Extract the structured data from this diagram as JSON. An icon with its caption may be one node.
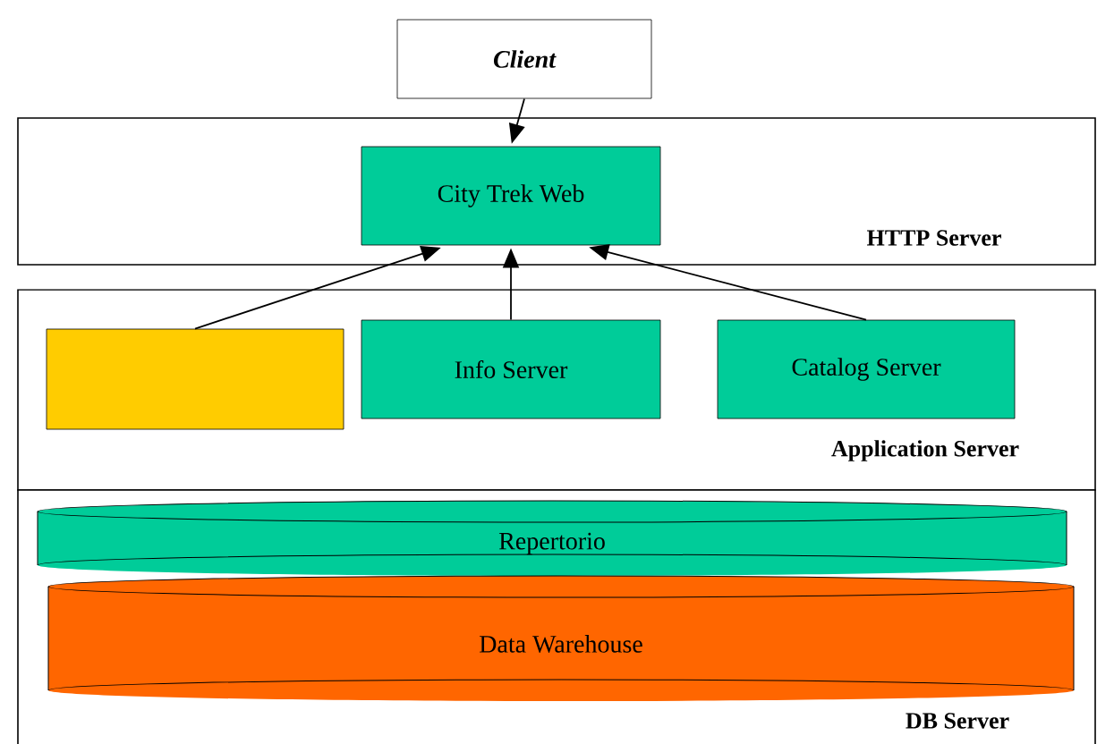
{
  "diagram": {
    "nodes": [
      {
        "text": [
          "Client"
        ]
      },
      {
        "text": [
          "HTTP Server"
        ]
      },
      {
        "text": [
          "City Trek Web"
        ],
        "in": 1
      },
      {
        "text": [
          "Application Server"
        ]
      },
      {
        "text": [],
        "shape": "box",
        "in": 3
      },
      {
        "text": [
          "Info Server"
        ],
        "in": 3
      },
      {
        "text": [
          "Catalog Server"
        ],
        "in": 3
      },
      {
        "text": [
          "DB Server"
        ]
      },
      {
        "text": [
          "Repertorio"
        ],
        "in": 7
      },
      {
        "text": [
          "Data Warehouse"
        ],
        "in": 7
      }
    ],
    "edges": [
      {
        "from": 0,
        "to": 2,
        "arrow": "to"
      },
      {
        "from": 4,
        "to": 2,
        "arrow": "to"
      },
      {
        "from": 5,
        "to": 2,
        "arrow": "to"
      },
      {
        "from": 6,
        "to": 2,
        "arrow": "to"
      }
    ]
  }
}
